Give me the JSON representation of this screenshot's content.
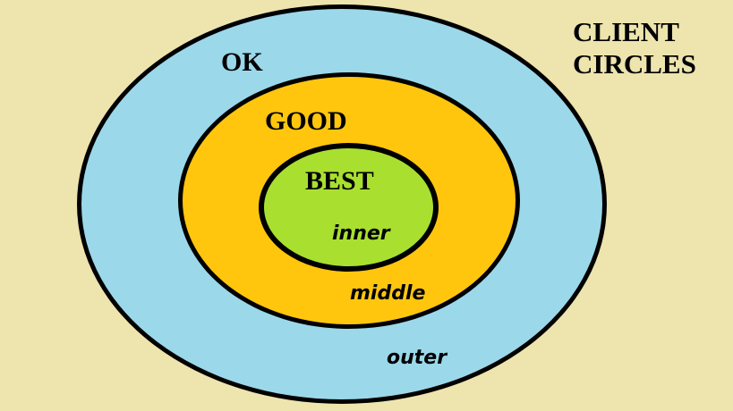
{
  "title": {
    "line1": "CLIENT",
    "line2": "CIRCLES"
  },
  "rings": [
    {
      "name": "outer",
      "label": "OK",
      "sublabel": "outer",
      "fill": "#9BD8EA"
    },
    {
      "name": "middle",
      "label": "GOOD",
      "sublabel": "middle",
      "fill": "#FFC60D"
    },
    {
      "name": "inner",
      "label": "BEST",
      "sublabel": "inner",
      "fill": "#A9DF2F"
    }
  ],
  "colors": {
    "background": "#EDE4AE",
    "outline": "#000000"
  }
}
